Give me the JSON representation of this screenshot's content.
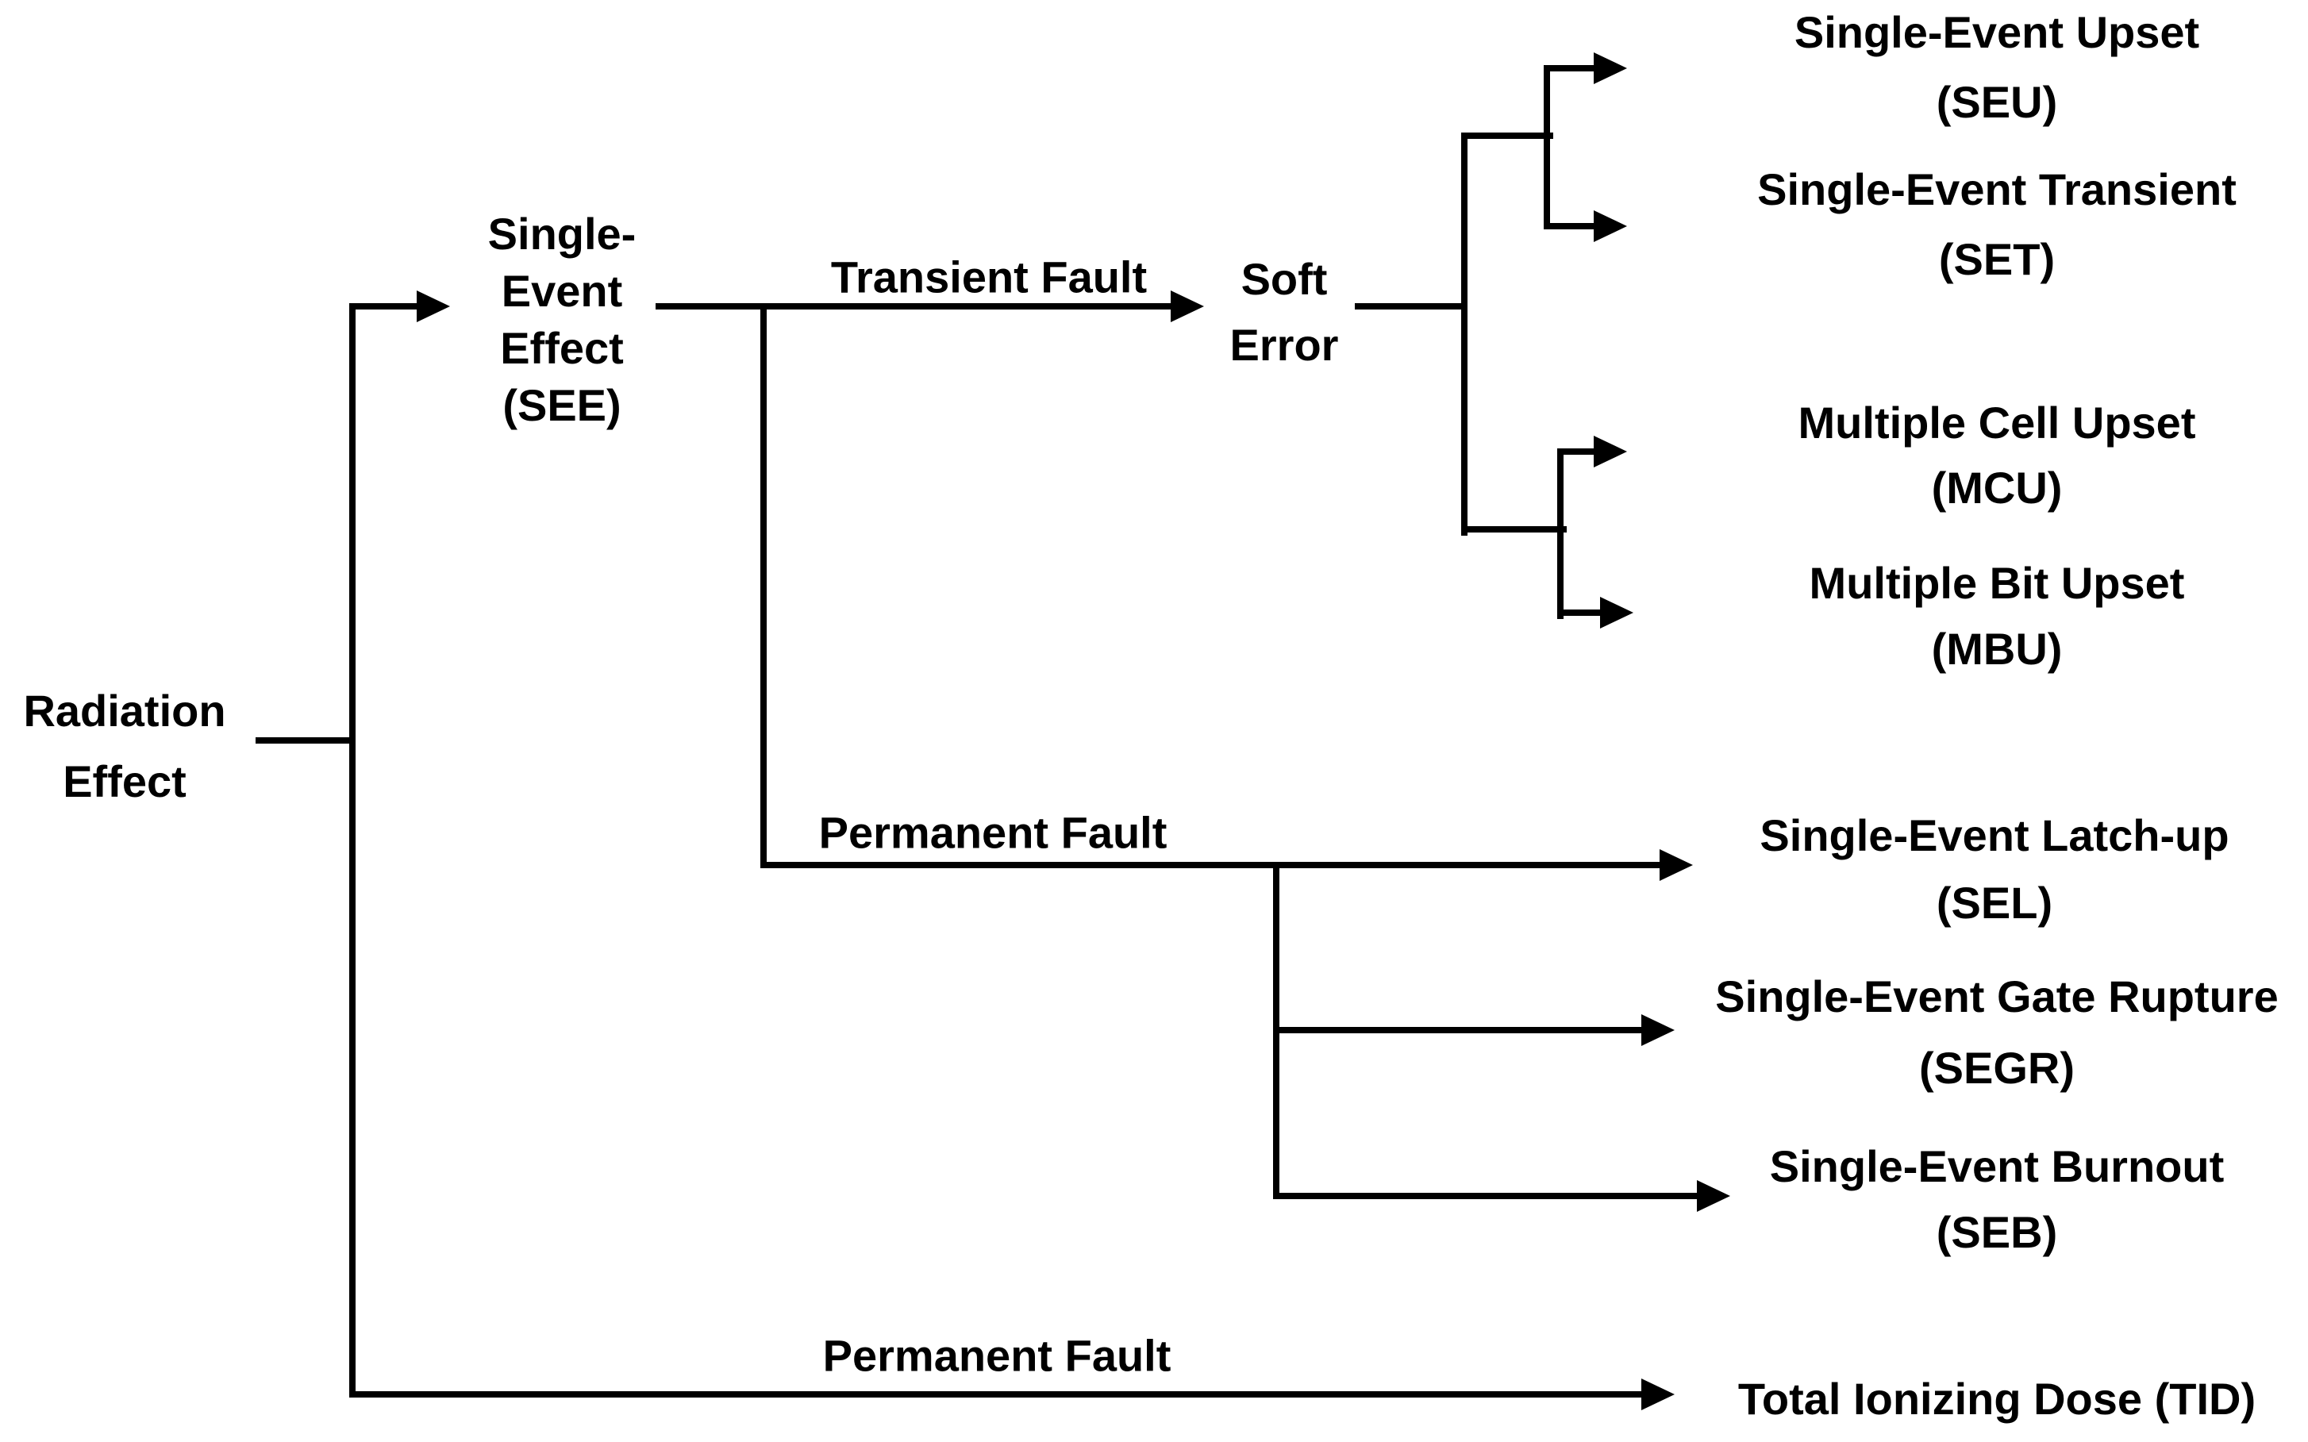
{
  "diagram_title": "Radiation Effect taxonomy tree",
  "colors": {
    "background": "#ffffff",
    "line": "#000000",
    "text": "#000000"
  },
  "nodes": {
    "root": {
      "lines": [
        "Radiation",
        "Effect"
      ]
    },
    "see": {
      "lines": [
        "Single-",
        "Event",
        "Effect",
        "(SEE)"
      ]
    },
    "soft_error": {
      "lines": [
        "Soft",
        "Error"
      ]
    },
    "seu": {
      "lines": [
        "Single-Event Upset",
        "(SEU)"
      ]
    },
    "set": {
      "lines": [
        "Single-Event Transient",
        "(SET)"
      ]
    },
    "mcu": {
      "lines": [
        "Multiple Cell Upset",
        "(MCU)"
      ]
    },
    "mbu": {
      "lines": [
        "Multiple Bit Upset",
        "(MBU)"
      ]
    },
    "sel": {
      "lines": [
        "Single-Event Latch-up",
        "(SEL)"
      ]
    },
    "segr": {
      "lines": [
        "Single-Event Gate Rupture",
        "(SEGR)"
      ]
    },
    "seb": {
      "lines": [
        "Single-Event Burnout",
        "(SEB)"
      ]
    },
    "tid": {
      "lines": [
        "Total Ionizing Dose (TID)"
      ]
    }
  },
  "edge_labels": {
    "transient": "Transient Fault",
    "permanent_see": "Permanent Fault",
    "permanent_root": "Permanent Fault"
  }
}
